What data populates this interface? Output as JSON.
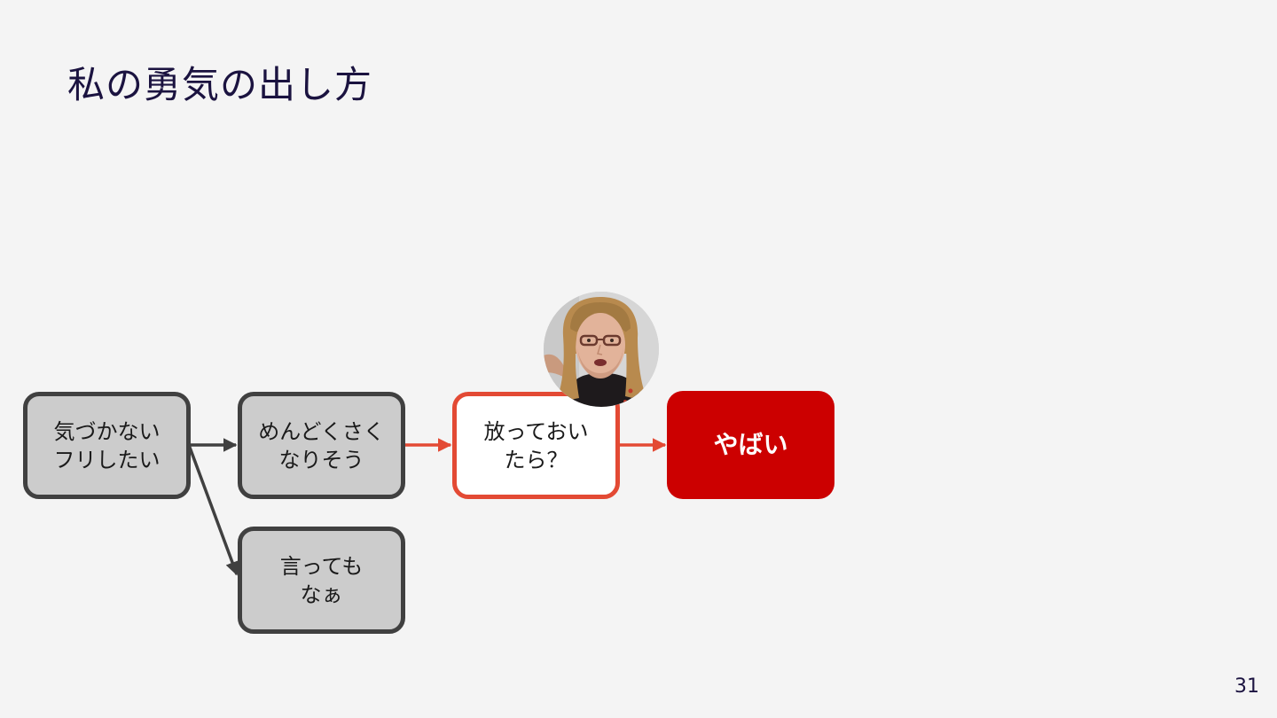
{
  "slide": {
    "title": "私の勇気の出し方",
    "page_number": "31"
  },
  "diagram": {
    "nodes": [
      {
        "id": "n1",
        "lines": [
          "気づかない",
          "フリしたい"
        ],
        "style": "gray"
      },
      {
        "id": "n2",
        "lines": [
          "めんどくさく",
          "なりそう"
        ],
        "style": "gray"
      },
      {
        "id": "n3",
        "lines": [
          "放っておい",
          "たら？"
        ],
        "style": "highlight"
      },
      {
        "id": "n4",
        "lines": [
          "やばい"
        ],
        "style": "danger"
      },
      {
        "id": "n5",
        "lines": [
          "言っても",
          "なぁ"
        ],
        "style": "gray"
      }
    ],
    "edges": [
      {
        "from": "n1",
        "to": "n2",
        "color": "#404040"
      },
      {
        "from": "n1",
        "to": "n5",
        "color": "#404040"
      },
      {
        "from": "n2",
        "to": "n3",
        "color": "#e34a34"
      },
      {
        "from": "n3",
        "to": "n4",
        "color": "#e34a34"
      }
    ],
    "colors": {
      "gray_fill": "#cccccc",
      "gray_border": "#404040",
      "highlight_border": "#e34a34",
      "danger_fill": "#cc0000",
      "title": "#1b1340"
    }
  }
}
